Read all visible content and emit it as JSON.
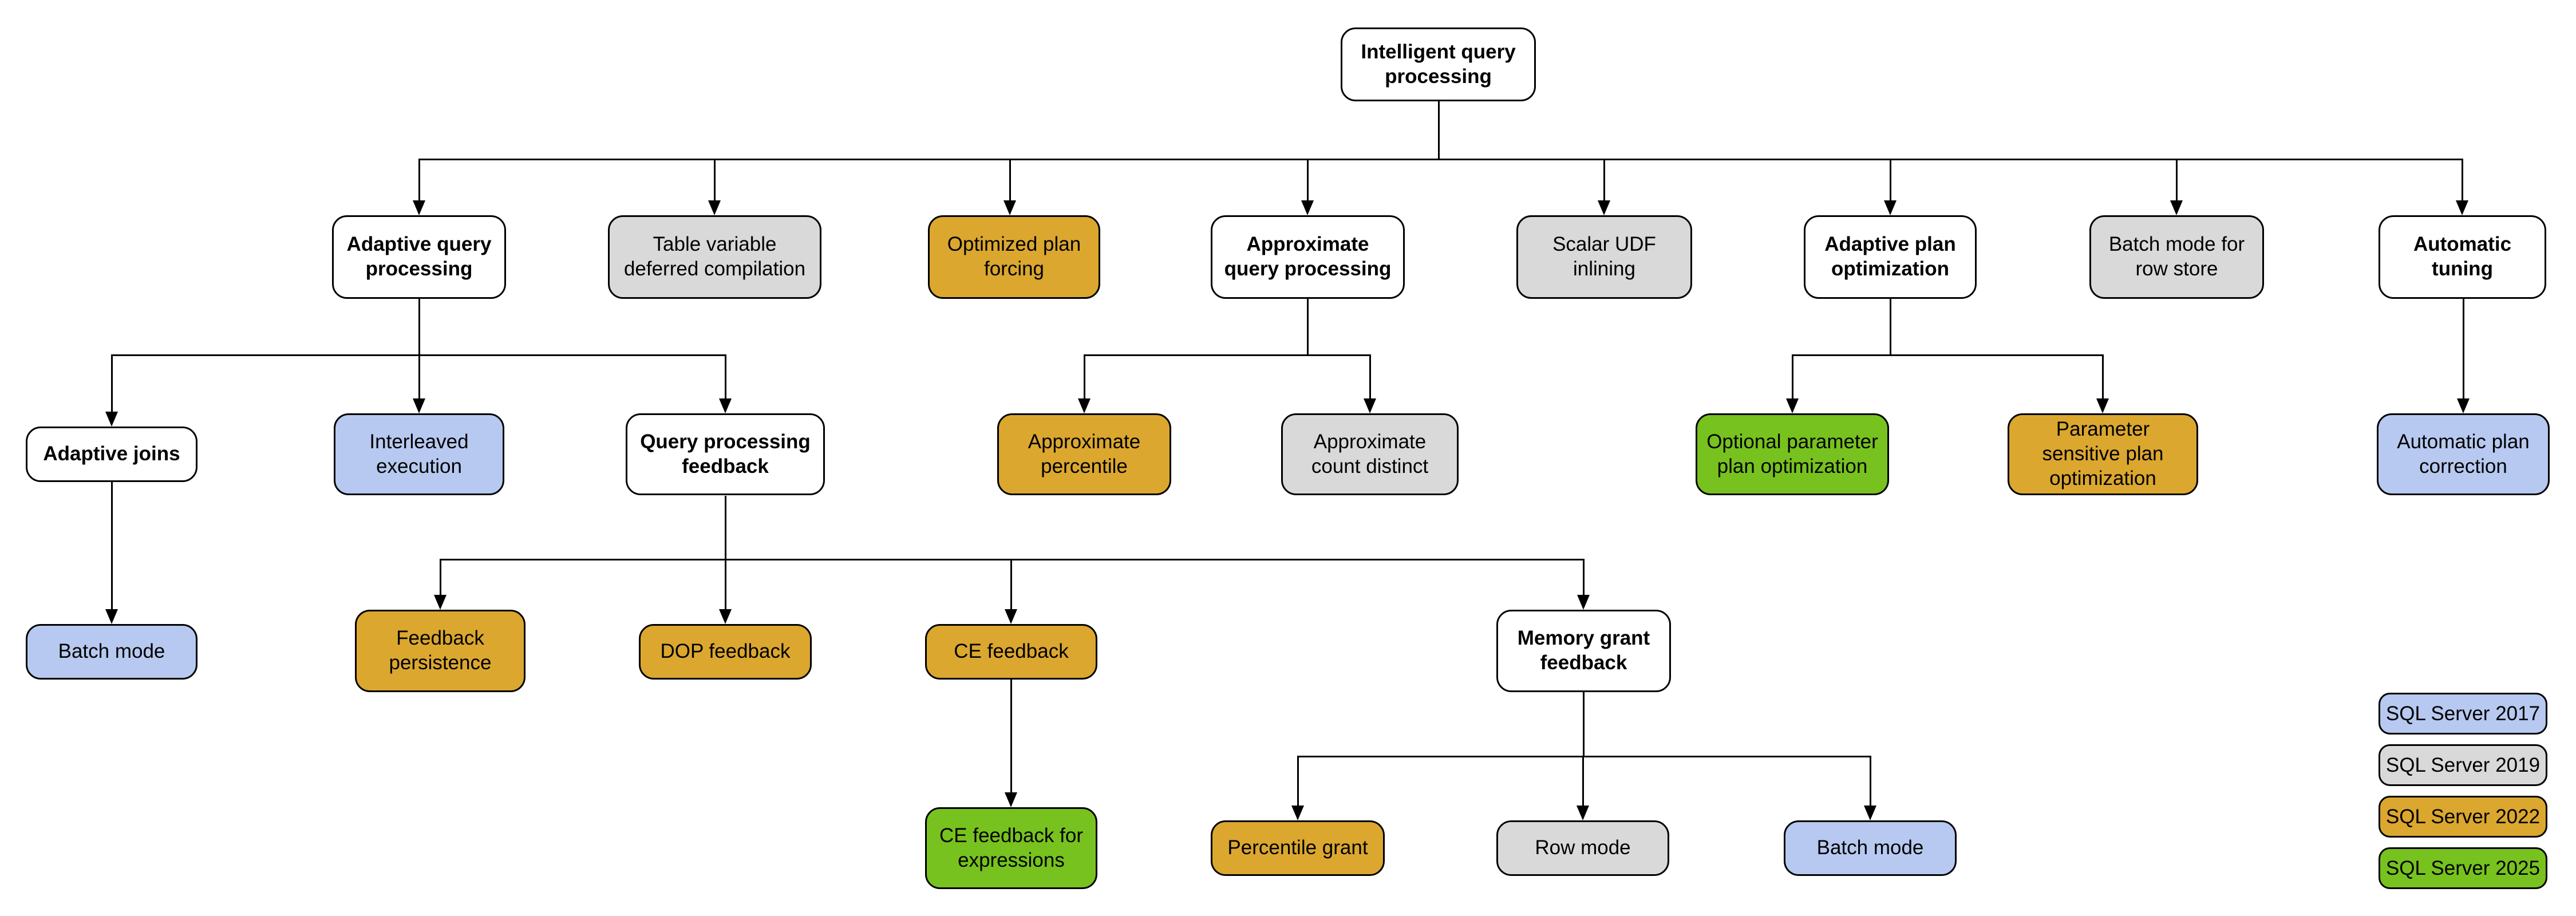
{
  "diagram": {
    "title": "Intelligent query processing",
    "colors": {
      "white": "#ffffff",
      "blue": "#b7c9f0",
      "gray": "#d9d9d9",
      "gold": "#dba72f",
      "green": "#77c21f",
      "line": "#000000"
    },
    "nodes": [
      {
        "id": "root",
        "label": "Intelligent query processing",
        "color_key": "white",
        "parent": null
      },
      {
        "id": "aqp",
        "label": "Adaptive query processing",
        "color_key": "white",
        "parent": "root"
      },
      {
        "id": "tvdc",
        "label": "Table variable deferred compilation",
        "color_key": "gray",
        "parent": "root"
      },
      {
        "id": "opf",
        "label": "Optimized plan forcing",
        "color_key": "gold",
        "parent": "root"
      },
      {
        "id": "axqp",
        "label": "Approximate query processing",
        "color_key": "white",
        "parent": "root"
      },
      {
        "id": "sudf",
        "label": "Scalar UDF inlining",
        "color_key": "gray",
        "parent": "root"
      },
      {
        "id": "apo",
        "label": "Adaptive plan optimization",
        "color_key": "white",
        "parent": "root"
      },
      {
        "id": "bmrs",
        "label": "Batch mode for row store",
        "color_key": "gray",
        "parent": "root"
      },
      {
        "id": "at",
        "label": "Automatic tuning",
        "color_key": "white",
        "parent": "root"
      },
      {
        "id": "aj",
        "label": "Adaptive joins",
        "color_key": "white",
        "parent": "aqp"
      },
      {
        "id": "ie",
        "label": "Interleaved execution",
        "color_key": "blue",
        "parent": "aqp"
      },
      {
        "id": "qpf",
        "label": "Query processing feedback",
        "color_key": "white",
        "parent": "aqp"
      },
      {
        "id": "ap",
        "label": "Approximate percentile",
        "color_key": "gold",
        "parent": "axqp"
      },
      {
        "id": "acd",
        "label": "Approximate count distinct",
        "color_key": "gray",
        "parent": "axqp"
      },
      {
        "id": "oppo",
        "label": "Optional parameter plan optimization",
        "color_key": "green",
        "parent": "apo"
      },
      {
        "id": "pspo",
        "label": "Parameter sensitive plan optimization",
        "color_key": "gold",
        "parent": "apo"
      },
      {
        "id": "apc",
        "label": "Automatic plan correction",
        "color_key": "blue",
        "parent": "at"
      },
      {
        "id": "bm1",
        "label": "Batch mode",
        "color_key": "blue",
        "parent": "aj"
      },
      {
        "id": "fp",
        "label": "Feedback persistence",
        "color_key": "gold",
        "parent": "qpf"
      },
      {
        "id": "dop",
        "label": "DOP feedback",
        "color_key": "gold",
        "parent": "qpf"
      },
      {
        "id": "ce",
        "label": "CE feedback",
        "color_key": "gold",
        "parent": "qpf"
      },
      {
        "id": "mgf",
        "label": "Memory grant feedback",
        "color_key": "white",
        "parent": "qpf"
      },
      {
        "id": "cefe",
        "label": "CE feedback for expressions",
        "color_key": "green",
        "parent": "ce"
      },
      {
        "id": "pg",
        "label": "Percentile grant",
        "color_key": "gold",
        "parent": "mgf"
      },
      {
        "id": "rm",
        "label": "Row mode",
        "color_key": "gray",
        "parent": "mgf"
      },
      {
        "id": "bm2",
        "label": "Batch mode",
        "color_key": "blue",
        "parent": "mgf"
      }
    ],
    "legend": {
      "items": [
        {
          "label": "SQL Server 2017",
          "color_key": "blue"
        },
        {
          "label": "SQL Server 2019",
          "color_key": "gray"
        },
        {
          "label": "SQL Server 2022",
          "color_key": "gold"
        },
        {
          "label": "SQL Server 2025",
          "color_key": "green"
        }
      ]
    }
  }
}
